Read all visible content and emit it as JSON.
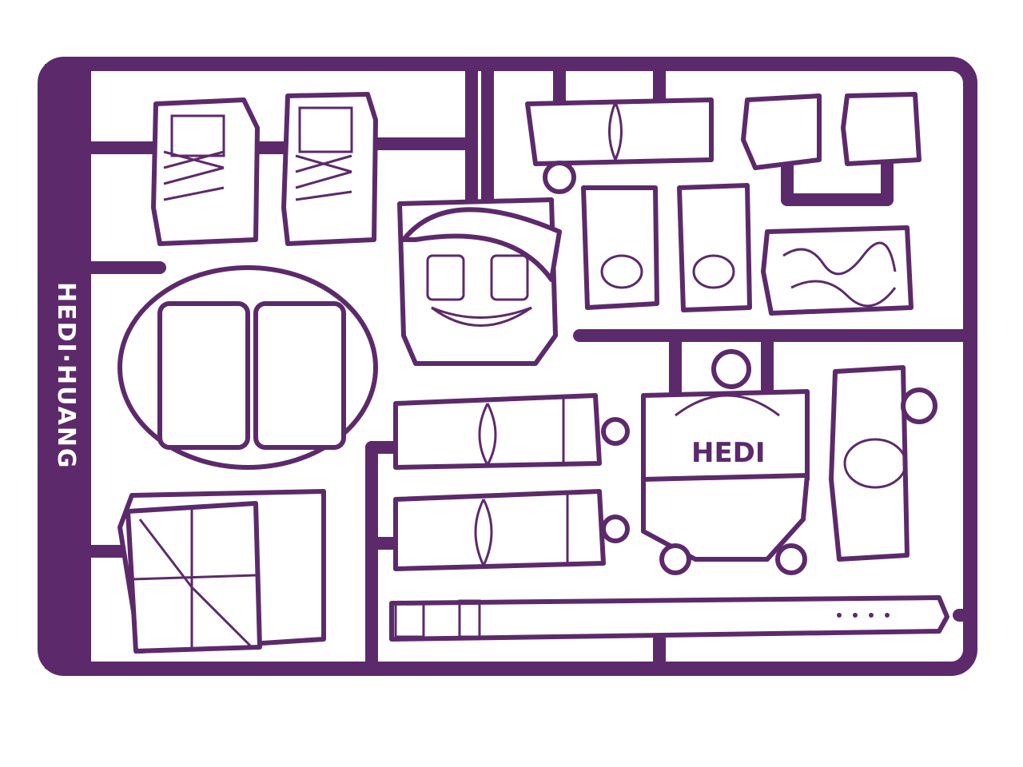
{
  "artwork": {
    "side_label": "HEDI·HUANG",
    "chest_label": "HEDI",
    "colors": {
      "ink": "#5c2a6b",
      "background": "#ffffff"
    },
    "parts": [
      "shoe-left",
      "shoe-right",
      "head",
      "oval-glasses",
      "arm-upper",
      "fist-left",
      "fist-right",
      "foot-left",
      "foot-right",
      "brain",
      "forearm-1",
      "forearm-2",
      "torso",
      "leg",
      "cube",
      "belt"
    ]
  }
}
